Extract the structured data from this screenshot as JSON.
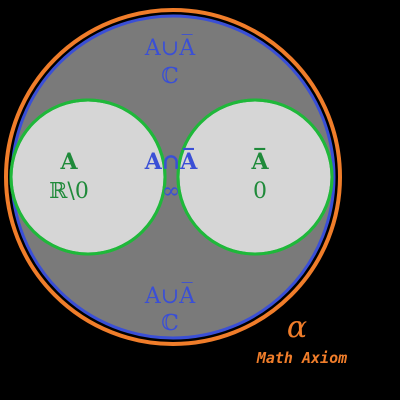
{
  "colors": {
    "background": "#000000",
    "outer_ring": "#f07d2a",
    "universe_border": "#3a4fd6",
    "universe_fill": "#7a7a7a",
    "set_fill": "#d6d6d6",
    "set_border": "#1fb83a",
    "left_label": "#1f8a3a",
    "intersection_label": "#3a4fd6",
    "right_label": "#1f8a3a",
    "outside_label": "#3a4fd6",
    "brand": "#f07d2a"
  },
  "diagram": {
    "outside_top": {
      "expression": "A∪A̅",
      "value": "ℂ"
    },
    "left": {
      "expression": "A",
      "value": "ℝ\\0"
    },
    "intersection": {
      "expression": "A∩A̅",
      "value": "∞"
    },
    "right": {
      "expression": "A̅",
      "value": "0"
    },
    "outside_bottom": {
      "expression": "A∪A̅",
      "value": "ℂ"
    }
  },
  "brand": {
    "symbol": "α",
    "name": "Math Axiom"
  }
}
